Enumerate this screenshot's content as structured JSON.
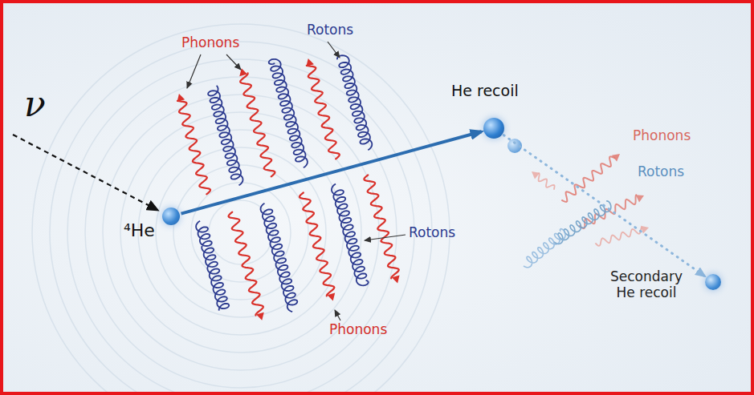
{
  "diagram": {
    "nodes": [
      {
        "text": [
          "⁴He"
        ]
      },
      {
        "text": [
          "He recoil"
        ]
      },
      {
        "text": [
          "Secondary He recoil"
        ]
      }
    ],
    "edges": [
      {
        "from": 0,
        "to": 1,
        "arrow": "to"
      },
      {
        "from": 1,
        "to": 2,
        "arrow": "to"
      }
    ],
    "labels": [
      "ν",
      "Phonons",
      "Rotons",
      "Rotons",
      "Phonons",
      "Phonons",
      "Rotons"
    ]
  }
}
